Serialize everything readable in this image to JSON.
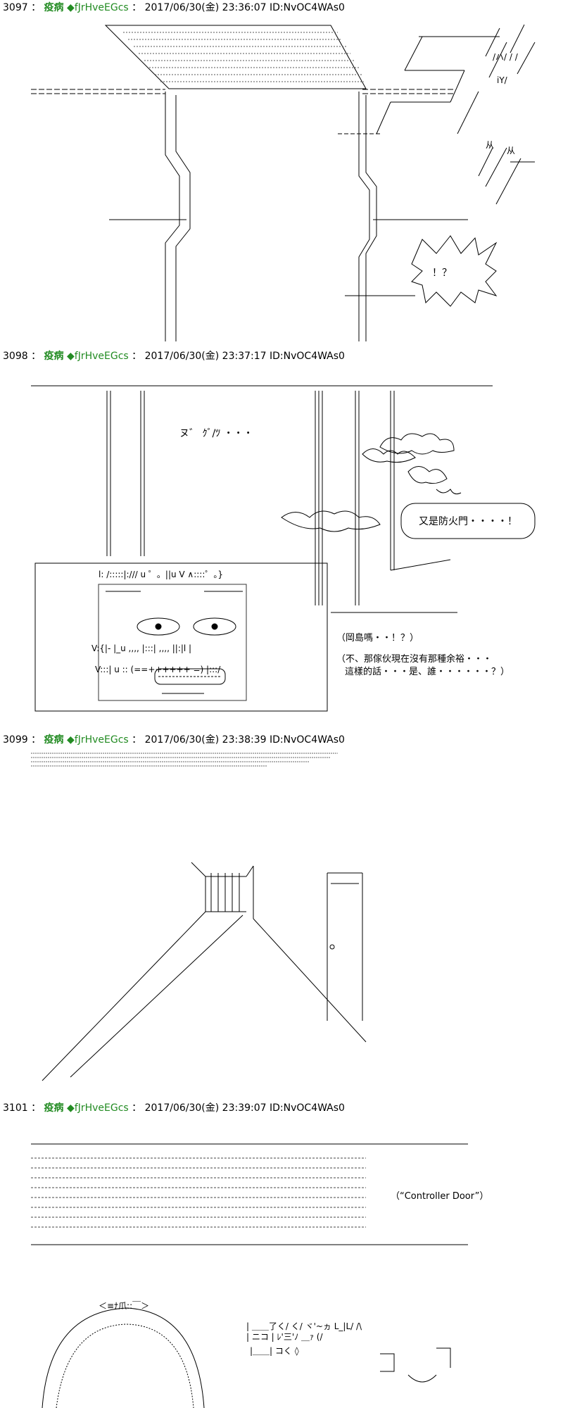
{
  "posts": [
    {
      "number": "3097",
      "separator": "：",
      "name": "疫病",
      "trip": "◆fJrHveEGcs",
      "colon": "：",
      "datetime": "2017/06/30(金) 23:36:07",
      "id": "ID:NvOC4WAs0",
      "bubble_text": "！？"
    },
    {
      "number": "3098",
      "separator": "：",
      "name": "疫病",
      "trip": "◆fJrHveEGcs",
      "colon": "：",
      "datetime": "2017/06/30(金) 23:37:17",
      "id": "ID:NvOC4WAs0",
      "sfx": "ヌ゛ ｸﾞ/ﾂ ・・・",
      "bubble_text": "又是防火門・・・・！",
      "line1": "（岡島嗎・・！？）",
      "line2": "（不、那傢伙現在沒有那種余裕・・・",
      "line3": "這樣的話・・・是、誰・・・・・・？）"
    },
    {
      "number": "3099",
      "separator": "：",
      "name": "疫病",
      "trip": "◆fJrHveEGcs",
      "colon": "：",
      "datetime": "2017/06/30(金) 23:38:39",
      "id": "ID:NvOC4WAs0"
    },
    {
      "number": "3101",
      "separator": "：",
      "name": "疫病",
      "trip": "◆fJrHveEGcs",
      "colon": "：",
      "datetime": "2017/06/30(金) 23:39:07",
      "id": "ID:NvOC4WAs0",
      "caption": "（“Controller Door”）"
    }
  ]
}
